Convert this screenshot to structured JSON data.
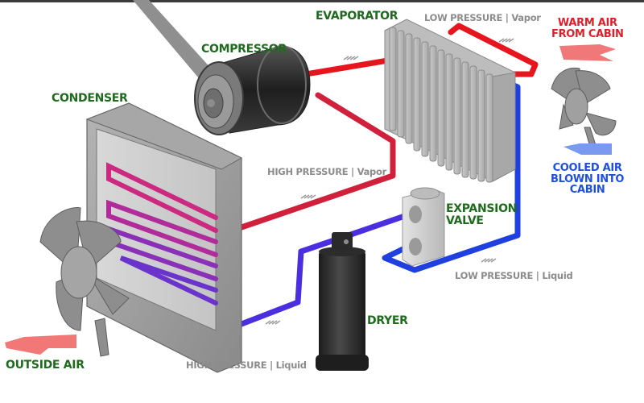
{
  "title": "Automotive A/C refrigerant cycle",
  "components": {
    "evaporator": "EVAPORATOR",
    "compressor": "COMPRESSOR",
    "condenser": "CONDENSER",
    "expansion_valve": [
      "EXPANSION",
      "VALVE"
    ],
    "dryer": "DRYER"
  },
  "pressure_labels": {
    "low_vapor": "LOW PRESSURE | Vapor",
    "high_vapor": "HIGH PRESSURE | Vapor",
    "low_liquid": "LOW PRESSURE | Liquid",
    "high_liquid": "HIGH PRESSURE | Liquid"
  },
  "airflow": {
    "warm_air": [
      "WARM AIR",
      "FROM CABIN"
    ],
    "cooled_air": [
      "COOLED AIR",
      "BLOWN INTO",
      "CABIN"
    ],
    "outside_air": "OUTSIDE AIR"
  },
  "colors": {
    "high_pressure_vapor": "#d0203c",
    "low_pressure_vapor": "#e8141e",
    "low_pressure_liquid": "#1f3fe0",
    "high_pressure_liquid": "#5a2bd0",
    "component_label": "#1e6b1e",
    "pressure_label": "#8c8c8c",
    "warm_air": "#e21d2a",
    "cooled_air": "#1f4fe0"
  }
}
